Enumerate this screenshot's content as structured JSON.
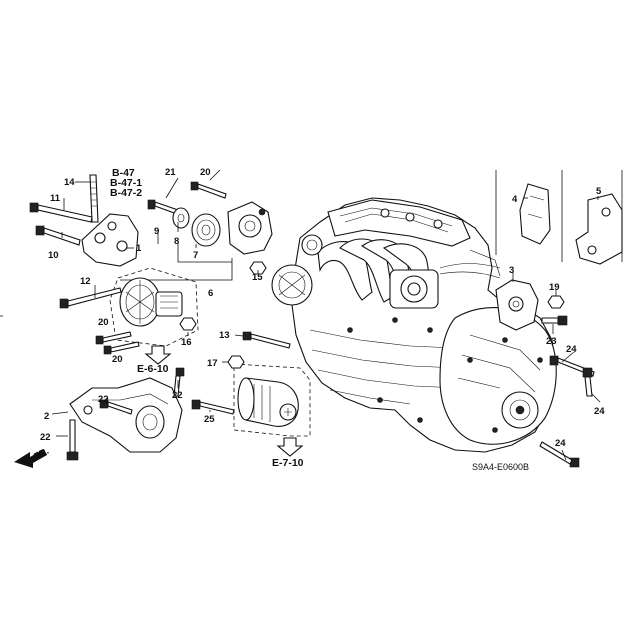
{
  "diagram_code": "S9A4-E0600B",
  "front_marker": "FR.",
  "callouts": {
    "c1": "1",
    "c2": "2",
    "c3": "3",
    "c4": "4",
    "c5": "5",
    "c6": "6",
    "c7": "7",
    "c8": "8",
    "c9": "9",
    "c10": "10",
    "c11": "11",
    "c12": "12",
    "c13": "13",
    "c14": "14",
    "c15": "15",
    "c16": "16",
    "c17": "17",
    "c19": "19",
    "c20a": "20",
    "c20b": "20",
    "c20c": "20",
    "c21": "21",
    "c22a": "22",
    "c22b": "22",
    "c22c": "22",
    "c23": "23",
    "c24a": "24",
    "c24b": "24",
    "c24c": "24",
    "c25": "25"
  },
  "section_refs": {
    "b47": "B-47",
    "b471": "B-47-1",
    "b472": "B-47-2",
    "e610": "E-6-10",
    "e710": "E-7-10"
  }
}
